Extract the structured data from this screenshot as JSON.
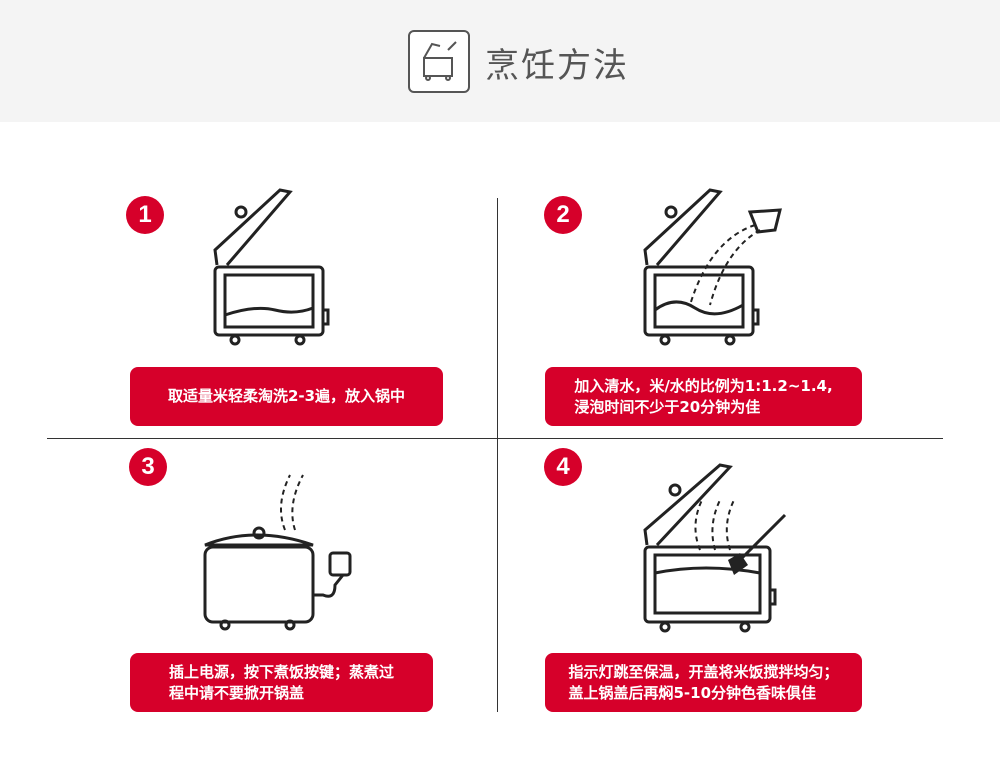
{
  "header": {
    "title": "烹饪方法",
    "icon": "rice-cooker-icon"
  },
  "steps": [
    {
      "number": "1",
      "text": "取适量米轻柔淘洗2-3遍，放入锅中"
    },
    {
      "number": "2",
      "text": "加入清水，米/水的比例为1:1.2~1.4,\n浸泡时间不少于20分钟为佳"
    },
    {
      "number": "3",
      "text": "插上电源，按下煮饭按键；蒸煮过\n程中请不要掀开锅盖"
    },
    {
      "number": "4",
      "text": "指示灯跳至保温，开盖将米饭搅拌均匀；\n盖上锅盖后再焖5-10分钟色香味俱佳"
    }
  ],
  "colors": {
    "accent": "#d6002a",
    "header_bg": "#f4f4f4"
  }
}
